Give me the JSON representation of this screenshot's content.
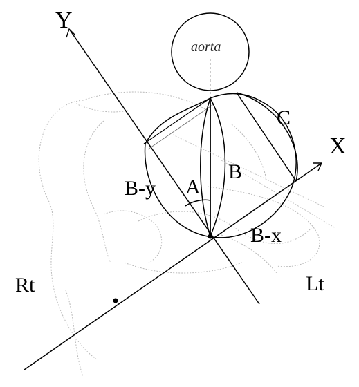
{
  "labels": {
    "y_axis": "Y",
    "x_axis": "X",
    "aorta": "aorta",
    "c": "C",
    "b": "B",
    "a": "A",
    "b_y": "B-y",
    "b_x": "B-x",
    "rt": "Rt",
    "lt": "Lt"
  },
  "colors": {
    "ink": "#000000",
    "faint_outline": "#b9b9b9",
    "background": "#ffffff"
  }
}
